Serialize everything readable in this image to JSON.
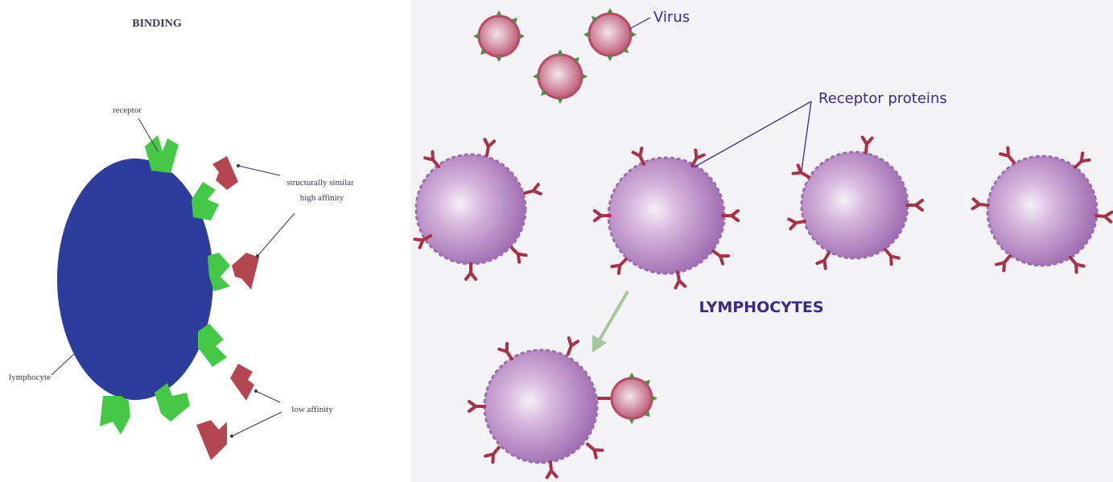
{
  "binding_panel": {
    "title": "BINDING",
    "labels": {
      "receptor": "receptor",
      "similar_line1": "structurally similar",
      "similar_line2": "high affinity",
      "lymphocyte": "lymphocyte",
      "low_affinity": "low affinity"
    },
    "colors": {
      "cell": "#2e3d9c",
      "receptor": "#45c845",
      "antigen": "#b34650"
    }
  },
  "lymphocyte_panel": {
    "labels": {
      "virus": "Virus",
      "receptor_proteins": "Receptor proteins",
      "lymphocytes": "LYMPHOCYTES"
    },
    "colors": {
      "cell": "#b98ac4",
      "receptor": "#a83048",
      "virus_body": "#c8708a",
      "virus_spike": "#5a8a4a",
      "arrow": "#a6c79a",
      "label": "#3b2a8a"
    }
  }
}
